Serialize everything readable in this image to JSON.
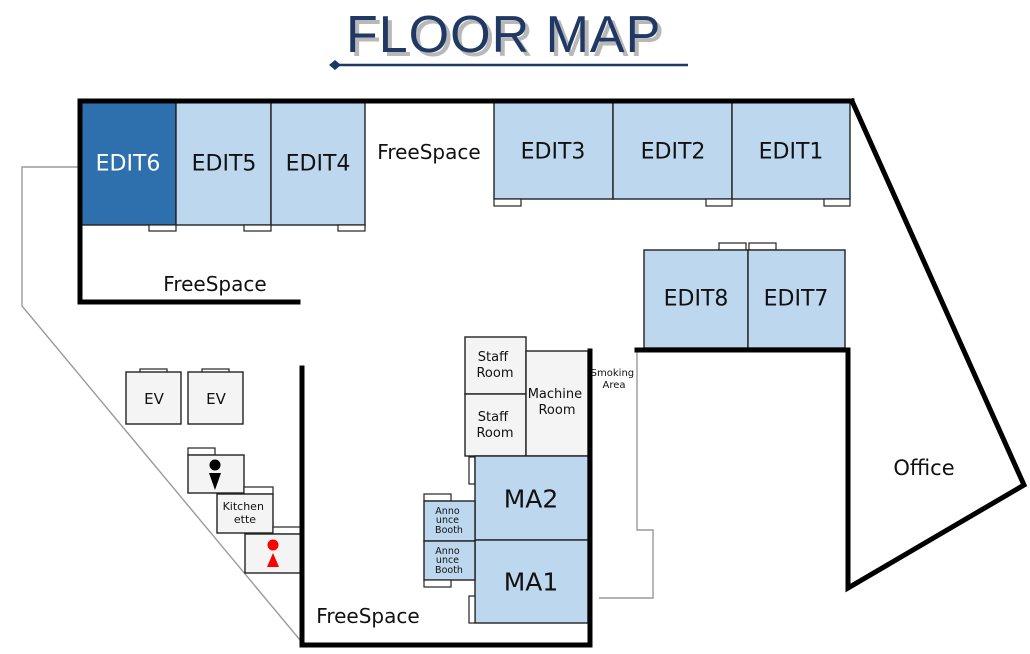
{
  "title": "FLOOR MAP",
  "colors": {
    "title": "#1f3864",
    "room_light": "#bdd7ee",
    "room_highlight": "#2e6fad",
    "room_utility": "#f4f4f4",
    "wall": "#000000",
    "ladies_icon": "#ff0000",
    "mens_icon": "#000000"
  },
  "rooms": {
    "edit6": "EDIT6",
    "edit5": "EDIT5",
    "edit4": "EDIT4",
    "edit3": "EDIT3",
    "edit2": "EDIT2",
    "edit1": "EDIT1",
    "edit8": "EDIT8",
    "edit7": "EDIT7",
    "ma2": "MA2",
    "ma1": "MA1",
    "staff_room_1": [
      "Staff",
      "Room"
    ],
    "staff_room_2": [
      "Staff",
      "Room"
    ],
    "machine_room": [
      "Machine",
      "Room"
    ],
    "announce_booth_1": [
      "Anno",
      "unce",
      "Booth"
    ],
    "announce_booth_2": [
      "Anno",
      "unce",
      "Booth"
    ],
    "ev_1": "EV",
    "ev_2": "EV",
    "kitchenette": [
      "Kitchen",
      "ette"
    ],
    "office": "Office",
    "smoking_area": [
      "Smoking",
      "Area"
    ]
  },
  "areas": {
    "freespace_top": "FreeSpace",
    "freespace_left": "FreeSpace",
    "freespace_bottom": "FreeSpace"
  },
  "highlighted_room": "EDIT6",
  "icons": {
    "mens_restroom": "mens-restroom-icon",
    "ladies_restroom": "ladies-restroom-icon"
  }
}
